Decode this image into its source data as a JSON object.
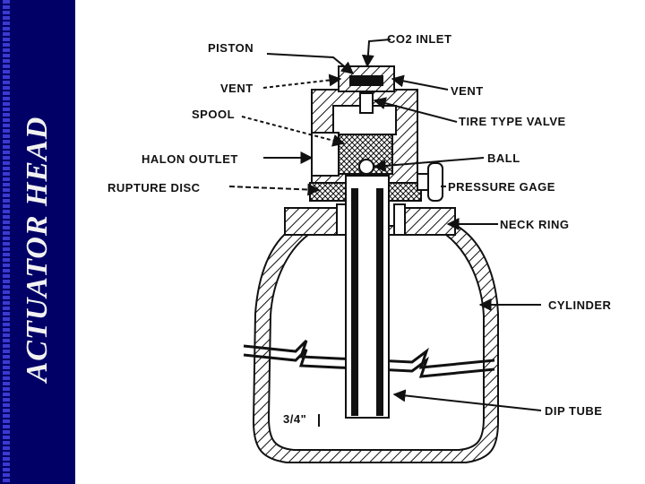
{
  "title": "ACTUATOR HEAD",
  "labels": {
    "piston": "PISTON",
    "co2_inlet": "CO2 INLET",
    "vent_left": "VENT",
    "vent_right": "VENT",
    "spool": "SPOOL",
    "tire_type_valve": "TIRE TYPE VALVE",
    "halon_outlet": "HALON OUTLET",
    "ball": "BALL",
    "rupture_disc": "RUPTURE DISC",
    "pressure_gage": "PRESSURE GAGE",
    "neck_ring": "NECK RING",
    "cylinder": "CYLINDER",
    "dip_tube": "DIP TUBE",
    "clearance": "3/4\""
  },
  "colors": {
    "sidebar": "#000066",
    "title": "#f2f2f2",
    "ink": "#111111"
  }
}
